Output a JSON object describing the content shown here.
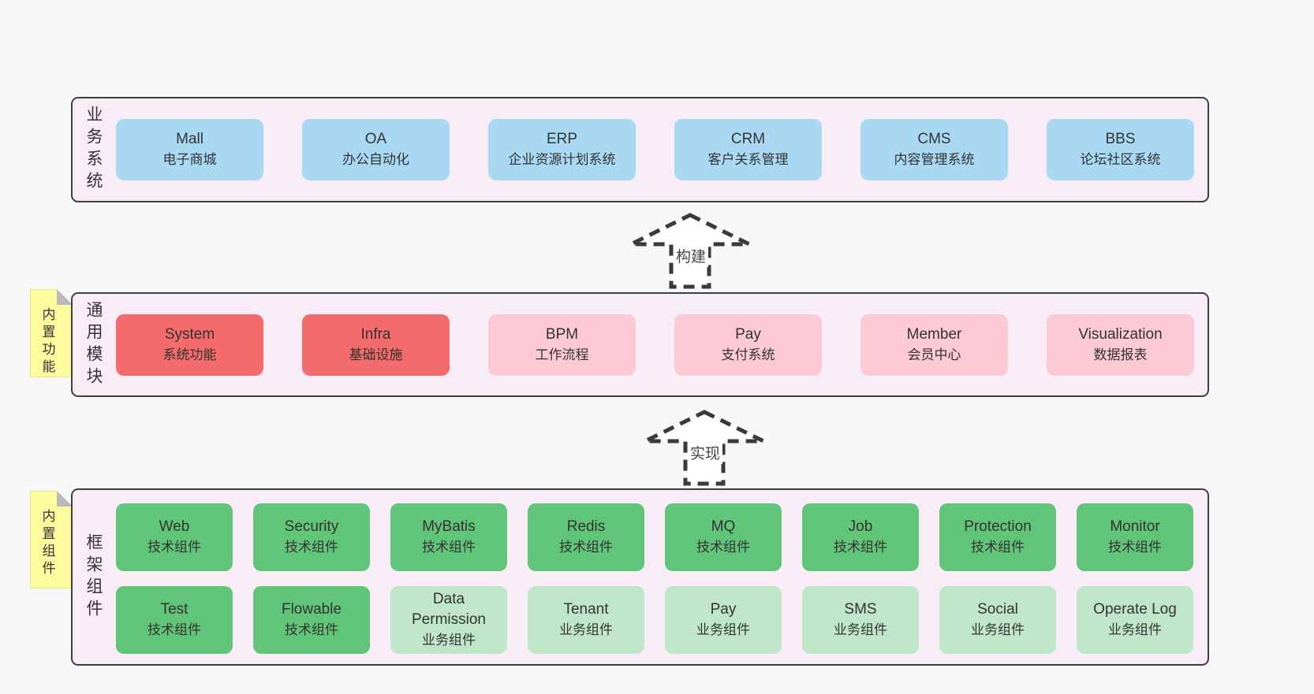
{
  "diagram": {
    "bands": [
      {
        "id": "business-systems",
        "side_label": "业务系统",
        "boxes": [
          {
            "title": "Mall",
            "subtitle": "电子商城"
          },
          {
            "title": "OA",
            "subtitle": "办公自动化"
          },
          {
            "title": "ERP",
            "subtitle": "企业资源计划系统"
          },
          {
            "title": "CRM",
            "subtitle": "客户关系管理"
          },
          {
            "title": "CMS",
            "subtitle": "内容管理系统"
          },
          {
            "title": "BBS",
            "subtitle": "论坛社区系统"
          }
        ]
      },
      {
        "id": "common-modules",
        "side_label": "通用模块",
        "sticky_note": "内置功能",
        "boxes": [
          {
            "title": "System",
            "subtitle": "系统功能"
          },
          {
            "title": "Infra",
            "subtitle": "基础设施"
          },
          {
            "title": "BPM",
            "subtitle": "工作流程"
          },
          {
            "title": "Pay",
            "subtitle": "支付系统"
          },
          {
            "title": "Member",
            "subtitle": "会员中心"
          },
          {
            "title": "Visualization",
            "subtitle": "数据报表"
          }
        ]
      },
      {
        "id": "framework-components",
        "side_label": "框架组件",
        "sticky_note": "内置组件",
        "rows": [
          [
            {
              "title": "Web",
              "subtitle": "技术组件"
            },
            {
              "title": "Security",
              "subtitle": "技术组件"
            },
            {
              "title": "MyBatis",
              "subtitle": "技术组件"
            },
            {
              "title": "Redis",
              "subtitle": "技术组件"
            },
            {
              "title": "MQ",
              "subtitle": "技术组件"
            },
            {
              "title": "Job",
              "subtitle": "技术组件"
            },
            {
              "title": "Protection",
              "subtitle": "技术组件"
            },
            {
              "title": "Monitor",
              "subtitle": "技术组件"
            }
          ],
          [
            {
              "title": "Test",
              "subtitle": "技术组件"
            },
            {
              "title": "Flowable",
              "subtitle": "技术组件"
            },
            {
              "title": "Data Permission",
              "subtitle": "业务组件"
            },
            {
              "title": "Tenant",
              "subtitle": "业务组件"
            },
            {
              "title": "Pay",
              "subtitle": "业务组件"
            },
            {
              "title": "SMS",
              "subtitle": "业务组件"
            },
            {
              "title": "Social",
              "subtitle": "业务组件"
            },
            {
              "title": "Operate Log",
              "subtitle": "业务组件"
            }
          ]
        ]
      }
    ],
    "arrows": [
      {
        "label": "构建"
      },
      {
        "label": "实现"
      }
    ],
    "colors": {
      "page_bg": "#f7f7f7",
      "band_bg": "#f8edf6",
      "band_border": "#3f3f3f",
      "node_blue": "#a9d9f2",
      "node_red": "#f36b6c",
      "node_pink": "#fbcad4",
      "node_green": "#60c578",
      "node_light_green": "#c0e6ca",
      "sticky_yellow": "#fcfc9e",
      "fold_gray": "#b9b9b9",
      "arrow_stroke": "#3a3a3a",
      "text": "#333333"
    }
  }
}
